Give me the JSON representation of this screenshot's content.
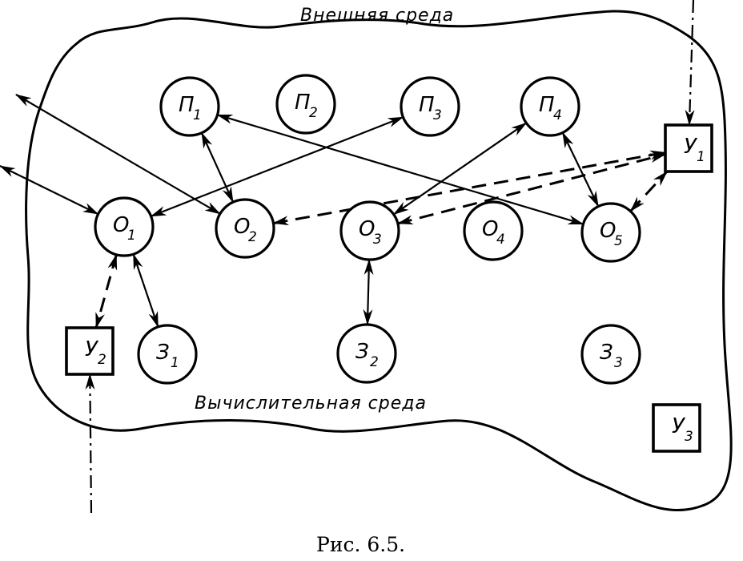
{
  "diagram": {
    "outer_label": "Внешняя среда",
    "inner_label": "Вычислительная среда",
    "caption": "Рис. 6.5.",
    "nodes": [
      {
        "id": "P1",
        "shape": "circle",
        "letter": "П",
        "index": "1"
      },
      {
        "id": "P2",
        "shape": "circle",
        "letter": "П",
        "index": "2"
      },
      {
        "id": "P3",
        "shape": "circle",
        "letter": "П",
        "index": "3"
      },
      {
        "id": "P4",
        "shape": "circle",
        "letter": "П",
        "index": "4"
      },
      {
        "id": "O1",
        "shape": "circle",
        "letter": "О",
        "index": "1"
      },
      {
        "id": "O2",
        "shape": "circle",
        "letter": "О",
        "index": "2"
      },
      {
        "id": "O3",
        "shape": "circle",
        "letter": "О",
        "index": "3"
      },
      {
        "id": "O4",
        "shape": "circle",
        "letter": "О",
        "index": "4"
      },
      {
        "id": "O5",
        "shape": "circle",
        "letter": "О",
        "index": "5"
      },
      {
        "id": "Z1",
        "shape": "circle",
        "letter": "З",
        "index": "1"
      },
      {
        "id": "Z2",
        "shape": "circle",
        "letter": "З",
        "index": "2"
      },
      {
        "id": "Z3",
        "shape": "circle",
        "letter": "З",
        "index": "3"
      },
      {
        "id": "U1",
        "shape": "square",
        "letter": "У",
        "index": "1"
      },
      {
        "id": "U2",
        "shape": "square",
        "letter": "У",
        "index": "2"
      },
      {
        "id": "U3",
        "shape": "square",
        "letter": "У",
        "index": "3"
      }
    ],
    "edges": [
      {
        "from": "O2",
        "to": "external-left-top",
        "style": "solid",
        "arrows": "both"
      },
      {
        "from": "O1",
        "to": "external-left",
        "style": "solid",
        "arrows": "both"
      },
      {
        "from": "O1",
        "to": "P3",
        "style": "solid",
        "arrows": "both"
      },
      {
        "from": "P1",
        "to": "O2",
        "style": "solid",
        "arrows": "both"
      },
      {
        "from": "P1",
        "to": "O5",
        "style": "solid",
        "arrows": "both"
      },
      {
        "from": "P4",
        "to": "O3",
        "style": "solid",
        "arrows": "both"
      },
      {
        "from": "P4",
        "to": "O5",
        "style": "solid",
        "arrows": "both"
      },
      {
        "from": "O2",
        "to": "U1",
        "style": "dashed",
        "arrows": "both"
      },
      {
        "from": "O3",
        "to": "U1",
        "style": "dashed",
        "arrows": "both"
      },
      {
        "from": "O5",
        "to": "U1",
        "style": "dashed",
        "arrows": "both"
      },
      {
        "from": "O1",
        "to": "U2",
        "style": "dashed",
        "arrows": "both"
      },
      {
        "from": "O1",
        "to": "Z1",
        "style": "solid",
        "arrows": "both"
      },
      {
        "from": "O3",
        "to": "Z2",
        "style": "solid",
        "arrows": "both"
      },
      {
        "from": "external-top",
        "to": "U1",
        "style": "dash-dot",
        "arrows": "end"
      },
      {
        "from": "external-bottom",
        "to": "U2",
        "style": "dash-dot",
        "arrows": "end"
      }
    ]
  }
}
